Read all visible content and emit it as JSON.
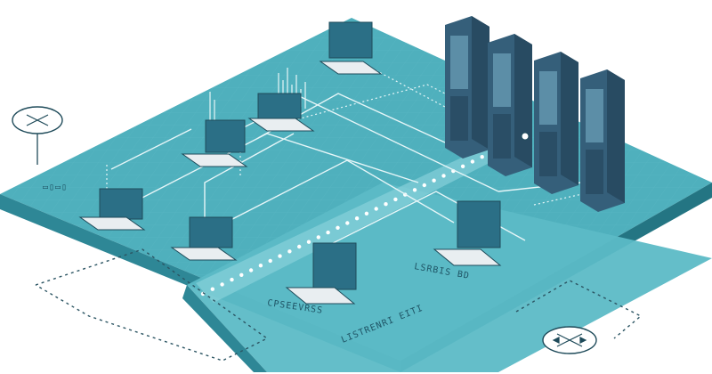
{
  "labels": {
    "left_platform": "▭▯▭▯",
    "right_laptop_caption": "LSRBIS BD",
    "center_laptop_caption": "CPSEEVRSS",
    "front_edge_caption": "LISTRENRI EITI"
  },
  "colors": {
    "platform_top": "#4fb0bd",
    "platform_side": "#2e8796",
    "platform_dark": "#247583",
    "server_body": "#355f7a",
    "server_side": "#284b62",
    "laptop_shell": "#e9eef1",
    "laptop_screen": "#2b6f86",
    "accent_dots": "#dff3f5",
    "outline": "#1f4b5a"
  },
  "icons": {
    "router_left": "network-router-icon",
    "router_right": "network-router-icon"
  }
}
